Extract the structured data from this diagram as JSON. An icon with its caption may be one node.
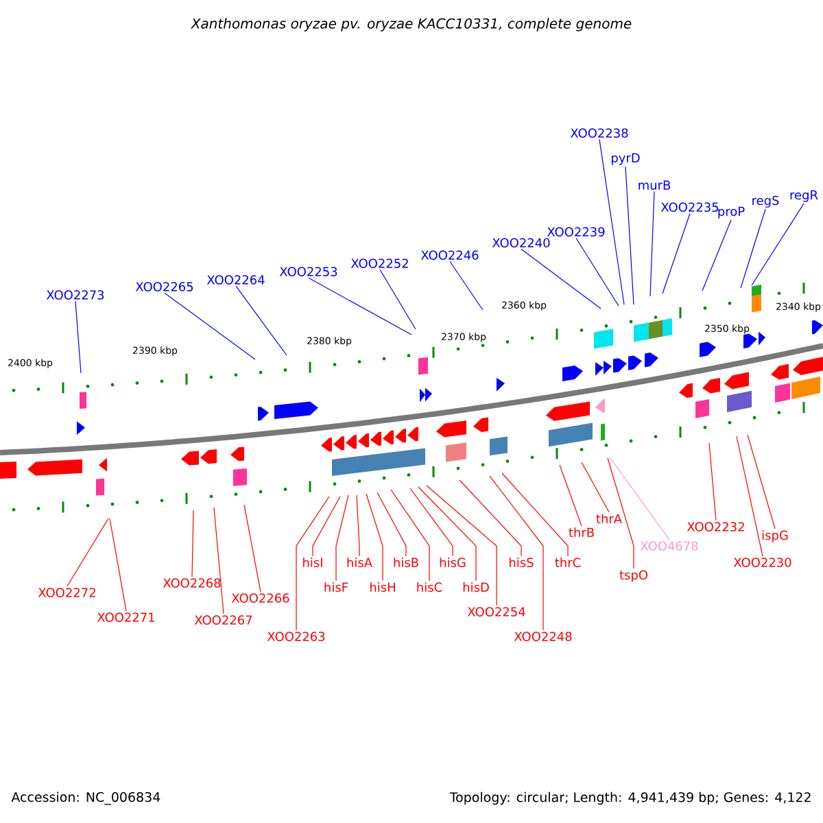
{
  "diagram": {
    "title": "Xanthomonas oryzae pv. oryzae KACC10331, complete genome",
    "nodes": [
      {
        "text": [
          "XOO2273"
        ]
      },
      {
        "text": [
          "XOO2265"
        ]
      },
      {
        "text": [
          "XOO2264"
        ]
      },
      {
        "text": [
          "XOO2253"
        ]
      },
      {
        "text": [
          "XOO2252"
        ]
      },
      {
        "text": [
          "XOO2246"
        ]
      },
      {
        "text": [
          "XOO2240"
        ]
      },
      {
        "text": [
          "XOO2239"
        ]
      },
      {
        "text": [
          "XOO2238"
        ]
      },
      {
        "text": [
          "pyrD"
        ]
      },
      {
        "text": [
          "murB"
        ]
      },
      {
        "text": [
          "XOO2235"
        ]
      },
      {
        "text": [
          "proP"
        ]
      },
      {
        "text": [
          "regS"
        ]
      },
      {
        "text": [
          "regR"
        ]
      },
      {
        "text": [
          "XOO2272"
        ]
      },
      {
        "text": [
          "XOO2271"
        ]
      },
      {
        "text": [
          "XOO2268"
        ]
      },
      {
        "text": [
          "XOO2267"
        ]
      },
      {
        "text": [
          "XOO2266"
        ]
      },
      {
        "text": [
          "XOO2263"
        ]
      },
      {
        "text": [
          "hisA"
        ]
      },
      {
        "text": [
          "hisH"
        ]
      },
      {
        "text": [
          "hisF"
        ]
      },
      {
        "text": [
          "hisI"
        ]
      },
      {
        "text": [
          "hisB"
        ]
      },
      {
        "text": [
          "hisC"
        ]
      },
      {
        "text": [
          "hisG"
        ]
      },
      {
        "text": [
          "XOO2254"
        ]
      },
      {
        "text": [
          "hisD"
        ]
      },
      {
        "text": [
          "hisS"
        ]
      },
      {
        "text": [
          "XOO2248"
        ]
      },
      {
        "text": [
          "thrC"
        ]
      },
      {
        "text": [
          "thrB"
        ]
      },
      {
        "text": [
          "thrA"
        ]
      },
      {
        "text": [
          "XOO4678"
        ]
      },
      {
        "text": [
          "tspO"
        ]
      },
      {
        "text": [
          "XOO2232"
        ]
      },
      {
        "text": [
          "XOO2230"
        ]
      },
      {
        "text": [
          "ispG"
        ]
      }
    ],
    "edges": [
      {
        "from": 0,
        "to": null,
        "arrow": "none",
        "color": "#0000ff"
      },
      {
        "from": 1,
        "to": null,
        "arrow": "none",
        "color": "#0000ff"
      },
      {
        "from": 2,
        "to": null,
        "arrow": "none",
        "color": "#0000ff"
      },
      {
        "from": 3,
        "to": null,
        "arrow": "none",
        "color": "#0000ff"
      },
      {
        "from": 4,
        "to": null,
        "arrow": "none",
        "color": "#0000ff"
      },
      {
        "from": 5,
        "to": null,
        "arrow": "none",
        "color": "#0000ff"
      },
      {
        "from": 6,
        "to": null,
        "arrow": "none",
        "color": "#0000ff"
      },
      {
        "from": 7,
        "to": null,
        "arrow": "none",
        "color": "#0000ff"
      },
      {
        "from": 8,
        "to": null,
        "arrow": "none",
        "color": "#0000ff"
      },
      {
        "from": 9,
        "to": null,
        "arrow": "none",
        "color": "#0000ff"
      },
      {
        "from": 10,
        "to": null,
        "arrow": "none",
        "color": "#0000ff"
      },
      {
        "from": 11,
        "to": null,
        "arrow": "none",
        "color": "#0000ff"
      },
      {
        "from": 12,
        "to": null,
        "arrow": "none",
        "color": "#0000ff"
      },
      {
        "from": 13,
        "to": null,
        "arrow": "none",
        "color": "#0000ff"
      },
      {
        "from": 14,
        "to": null,
        "arrow": "none",
        "color": "#0000ff"
      },
      {
        "from": 15,
        "to": null,
        "arrow": "none"
      },
      {
        "from": 16,
        "to": null,
        "arrow": "none"
      },
      {
        "from": 17,
        "to": null,
        "arrow": "none"
      },
      {
        "from": 18,
        "to": null,
        "arrow": "none"
      },
      {
        "from": 19,
        "to": null,
        "arrow": "none"
      },
      {
        "from": 20,
        "to": null,
        "arrow": "none"
      },
      {
        "from": 21,
        "to": null,
        "arrow": "none"
      },
      {
        "from": 22,
        "to": null,
        "arrow": "none"
      },
      {
        "from": 23,
        "to": null,
        "arrow": "none"
      },
      {
        "from": 24,
        "to": null,
        "arrow": "none"
      },
      {
        "from": 25,
        "to": null,
        "arrow": "none"
      },
      {
        "from": 26,
        "to": null,
        "arrow": "none"
      },
      {
        "from": 27,
        "to": null,
        "arrow": "none"
      },
      {
        "from": 28,
        "to": null,
        "arrow": "none"
      },
      {
        "from": 29,
        "to": null,
        "arrow": "none"
      },
      {
        "from": 30,
        "to": null,
        "arrow": "none"
      },
      {
        "from": 31,
        "to": null,
        "arrow": "none"
      },
      {
        "from": 32,
        "to": null,
        "arrow": "none"
      },
      {
        "from": 33,
        "to": null,
        "arrow": "none"
      },
      {
        "from": 34,
        "to": null,
        "arrow": "none"
      },
      {
        "from": 35,
        "to": null,
        "arrow": "none",
        "color": "#ff99cc"
      },
      {
        "from": 36,
        "to": null,
        "arrow": "none"
      },
      {
        "from": 37,
        "to": null,
        "arrow": "none"
      },
      {
        "from": 38,
        "to": null,
        "arrow": "none"
      },
      {
        "from": 39,
        "to": null,
        "arrow": "none"
      }
    ],
    "labels": [
      "2400 kbp",
      "2390 kbp",
      "2380 kbp",
      "2370 kbp",
      "2360 kbp",
      "2350 kbp",
      "2340 kbp",
      "Accession: NC_006834",
      "Topology: circular; Length: 4,941,439 bp; Genes: 4,122"
    ]
  }
}
